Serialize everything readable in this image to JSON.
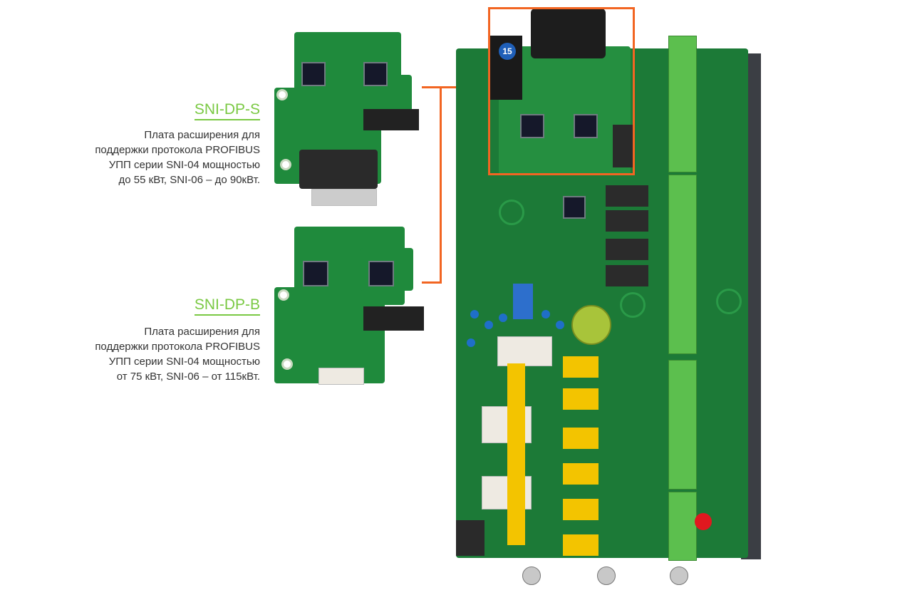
{
  "modules": [
    {
      "name": "SNI-DP-S",
      "description": [
        "Плата расширения для",
        "поддержки протокола PROFIBUS",
        "УПП серии SNI-04 мощностью",
        "до 55 кВт, SNI-06 – до 90кВт."
      ]
    },
    {
      "name": "SNI-DP-B",
      "description": [
        "Плата расширения для",
        "поддержки протокола PROFIBUS",
        "УПП серии SNI-04 мощностью",
        "от 75 кВт, SNI-06 – от 115кВт."
      ]
    }
  ],
  "board_marking": "15",
  "colors": {
    "accent": "#f26522",
    "title": "#7ac943",
    "pcb": "#1f8a3c"
  }
}
